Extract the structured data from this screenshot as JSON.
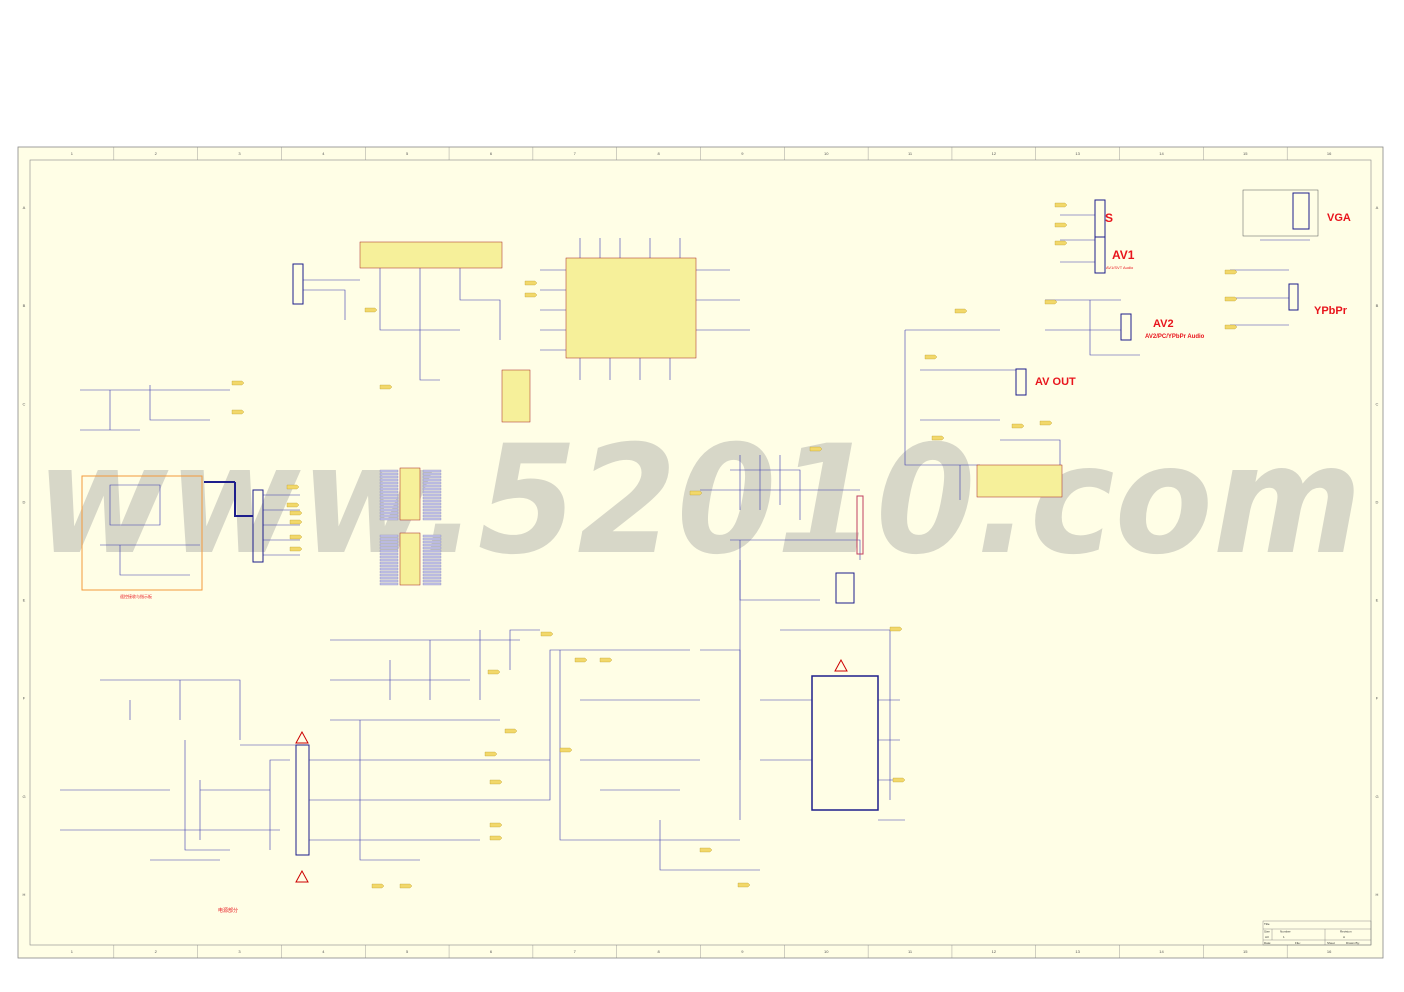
{
  "sheet": {
    "column_ticks": [
      "1",
      "2",
      "3",
      "4",
      "5",
      "6",
      "7",
      "8",
      "9",
      "10",
      "11",
      "12",
      "13",
      "14",
      "15",
      "16"
    ],
    "row_ticks": [
      "A",
      "B",
      "C",
      "D",
      "E",
      "F",
      "G",
      "H"
    ]
  },
  "connectors": {
    "s_label": "S",
    "av1_label": "AV1",
    "av1_sub": "AV1/SVT Audio",
    "av2_label": "AV2",
    "av2_sub": "AV2/PC/YPbPr Audio",
    "avout_label": "AV OUT",
    "vga_label": "VGA",
    "ypbpr_label": "YPbPr"
  },
  "sections": {
    "power_label": "电源部分",
    "remote_board_label": "遥控接收与指示板"
  },
  "watermark": "www.52010.com",
  "title_block": {
    "title_label": "Title",
    "size_label": "Size",
    "size_value": "A3",
    "number_label": "Number",
    "number_value": "1",
    "revision_label": "Revision",
    "revision_value": "A",
    "date_label": "Date:",
    "file_label": "File:",
    "sheet_label": "Sheet",
    "drawn_label": "Drawn By:"
  },
  "colors": {
    "paper": "#fffee6",
    "wire": "#3a3ab0",
    "ic_fill": "#f6f09a",
    "label_red": "#e8141c",
    "netlabel": "#f2d86a",
    "frame_orange": "#f39a3c"
  }
}
